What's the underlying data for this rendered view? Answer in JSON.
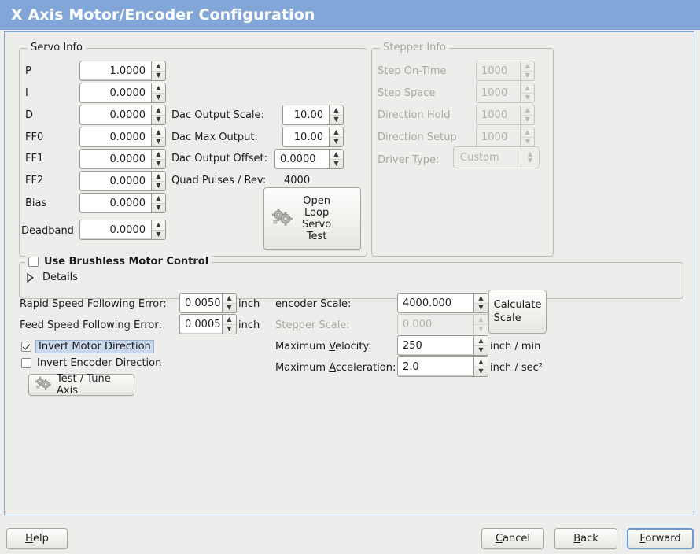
{
  "window": {
    "title": "X Axis Motor/Encoder Configuration",
    "title_bar_color": "#82a6d8",
    "background_color": "#ededeb"
  },
  "servo_info": {
    "legend": "Servo Info",
    "rows": [
      {
        "label": "P",
        "value": "1.0000"
      },
      {
        "label": "I",
        "value": "0.0000"
      },
      {
        "label": "D",
        "value": "0.0000"
      },
      {
        "label": "FF0",
        "value": "0.0000"
      },
      {
        "label": "FF1",
        "value": "0.0000"
      },
      {
        "label": "FF2",
        "value": "0.0000"
      },
      {
        "label": "Bias",
        "value": "0.0000"
      },
      {
        "label": "Deadband",
        "value": "0.0000"
      }
    ],
    "dac": [
      {
        "label": "Dac Output Scale:",
        "value": "10.00"
      },
      {
        "label": "Dac Max Output:",
        "value": "10.00"
      },
      {
        "label": "Dac Output Offset:",
        "value": "0.0000"
      }
    ],
    "quad_pulses_label": "Quad Pulses / Rev:",
    "quad_pulses_value": "4000",
    "open_loop_button": "Open\nLoop\nServo\nTest"
  },
  "stepper_info": {
    "legend": "Stepper Info",
    "disabled": true,
    "rows": [
      {
        "label": "Step On-Time",
        "value": "1000"
      },
      {
        "label": "Step Space",
        "value": "1000"
      },
      {
        "label": "Direction Hold",
        "value": "1000"
      },
      {
        "label": "Direction Setup",
        "value": "1000"
      }
    ],
    "driver_type_label": "Driver Type:",
    "driver_type_value": "Custom"
  },
  "brushless": {
    "checkbox_label": "Use Brushless Motor Control",
    "checked": false,
    "details_label": "Details",
    "details_expanded": false
  },
  "tuning": {
    "rapid_error_label": "Rapid Speed Following Error:",
    "rapid_error_value": "0.0050",
    "rapid_error_unit": "inch",
    "feed_error_label": "Feed Speed Following Error:",
    "feed_error_value": "0.0005",
    "feed_error_unit": "inch",
    "invert_motor_label": "Invert Motor Direction",
    "invert_motor_checked": true,
    "invert_encoder_label": "Invert Encoder Direction",
    "invert_encoder_checked": false,
    "test_tune_button": "Test / Tune Axis"
  },
  "scales": {
    "encoder_scale_label": "encoder Scale:",
    "encoder_scale_value": "4000.000",
    "stepper_scale_label": "Stepper Scale:",
    "stepper_scale_value": "0.000",
    "stepper_scale_disabled": true,
    "calculate_button": "Calculate\nScale",
    "max_velocity_label_pre": "Maximum ",
    "max_velocity_label_key": "V",
    "max_velocity_label_post": "elocity:",
    "max_velocity_value": "250",
    "max_velocity_unit": "inch / min",
    "max_accel_label_pre": "Maximum ",
    "max_accel_label_key": "A",
    "max_accel_label_post": "cceleration:",
    "max_accel_value": "2.0",
    "max_accel_unit": "inch / sec²"
  },
  "footer": {
    "help_pre": "",
    "help_key": "H",
    "help_post": "elp",
    "cancel_pre": "",
    "cancel_key": "C",
    "cancel_post": "ancel",
    "back_pre": "",
    "back_key": "B",
    "back_post": "ack",
    "forward_pre": "",
    "forward_key": "F",
    "forward_post": "orward",
    "forward_focused": true
  }
}
